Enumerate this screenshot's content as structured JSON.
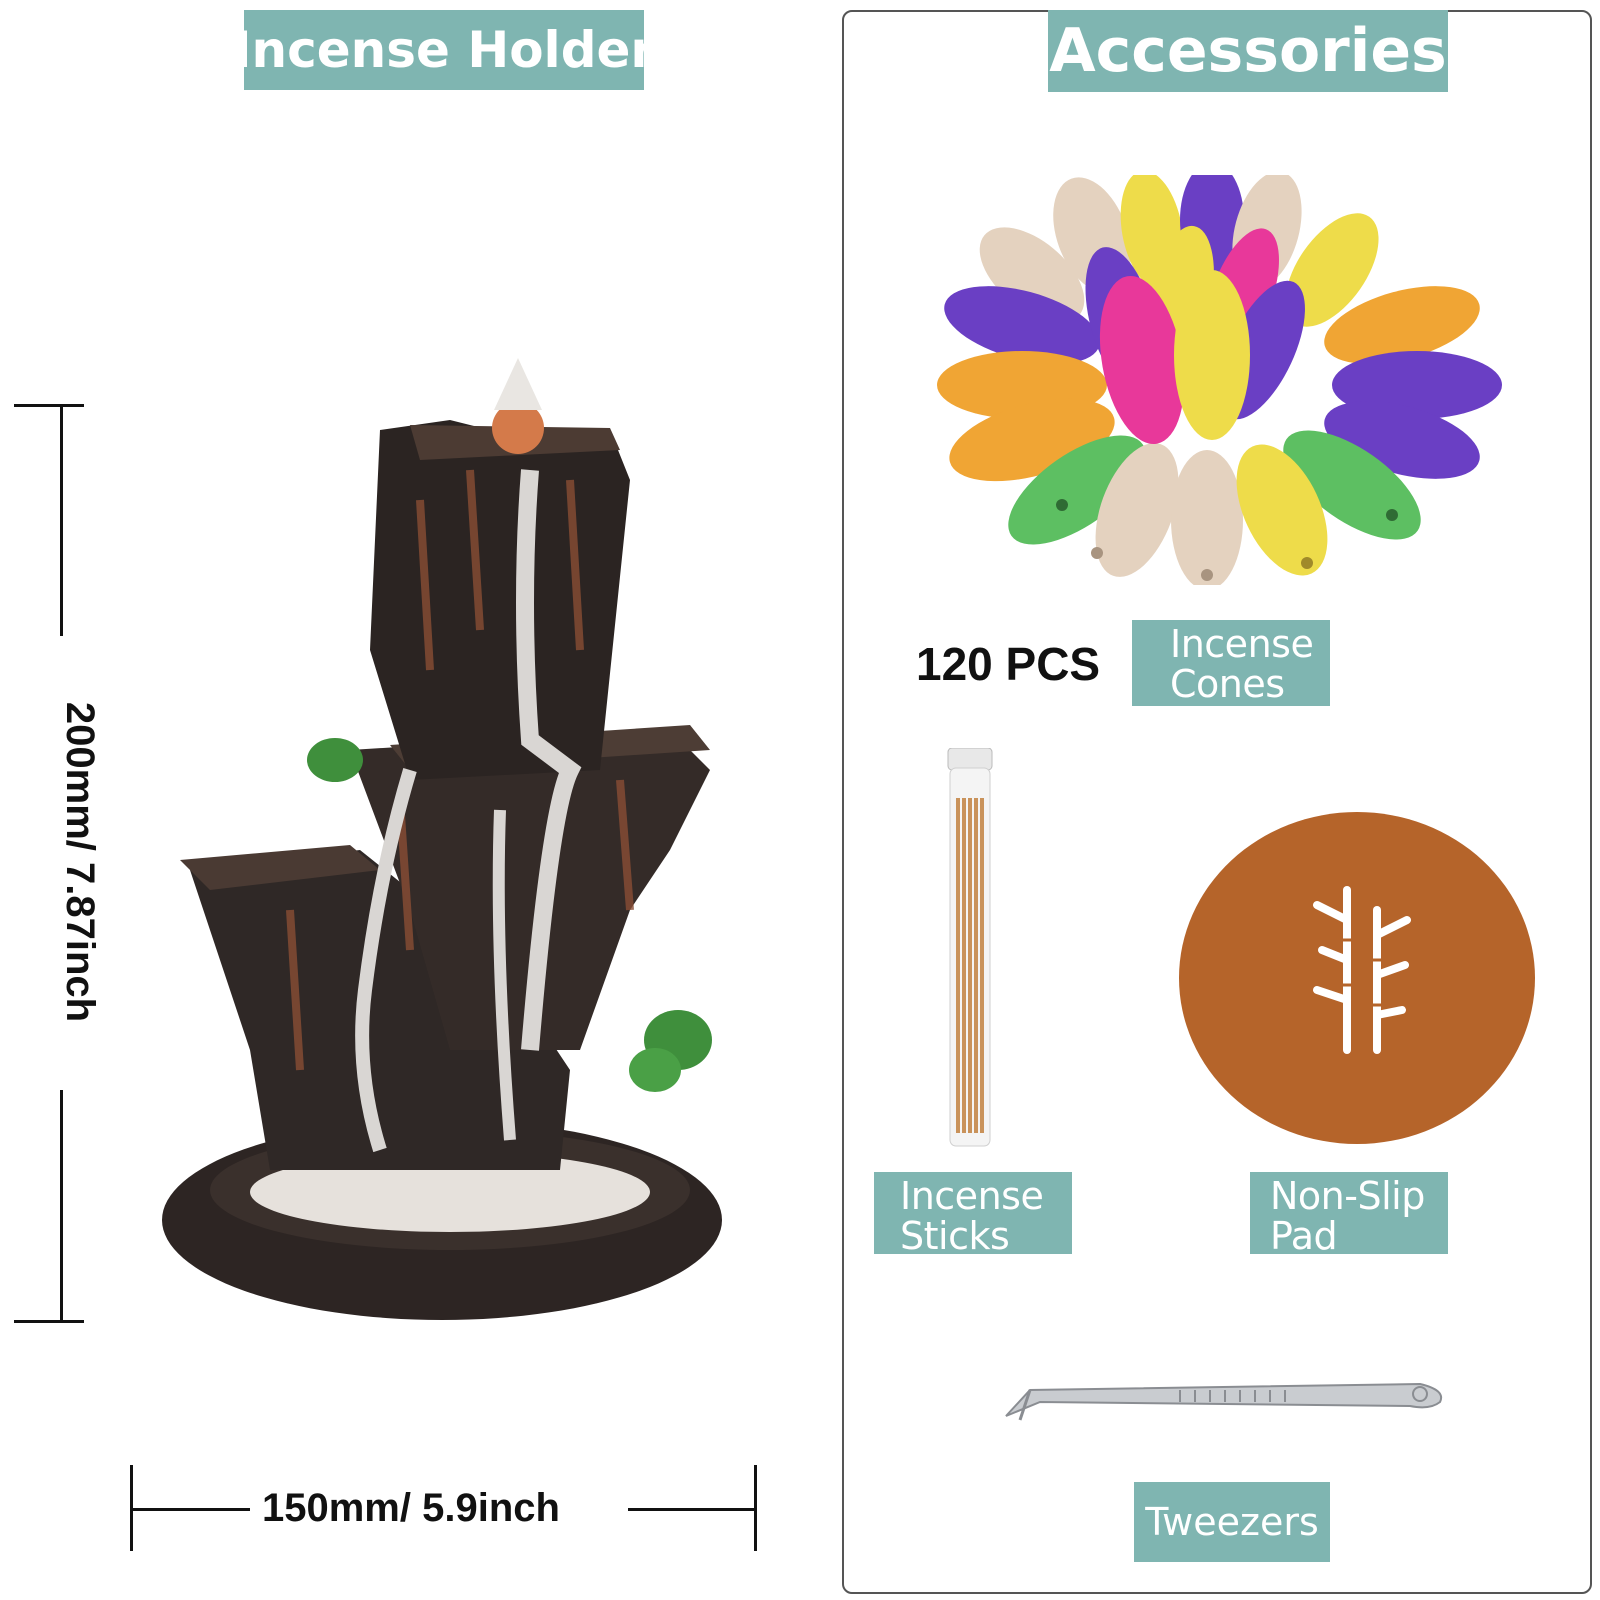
{
  "left_panel": {
    "title": "Incense Holder",
    "height_dimension": "200mm/ 7.87inch",
    "width_dimension": "150mm/ 5.9inch"
  },
  "right_panel": {
    "title": "Accessories",
    "cones_count": "120 PCS",
    "cones_label_line1": "Incense",
    "cones_label_line2": "Cones",
    "sticks_label_line1": "Incense",
    "sticks_label_line2": "Sticks",
    "pad_label_line1": "Non-Slip",
    "pad_label_line2": "Pad",
    "tweezers_label": "Tweezers"
  },
  "colors": {
    "label_bg": "#7fb5b1",
    "label_text": "#ffffff",
    "pad_brown": "#b5642a",
    "cone_purple": "#6a3fc4",
    "cone_orange": "#f0a534",
    "cone_green": "#5dbf62",
    "cone_pink": "#e8389a",
    "cone_yellow": "#eedc4a",
    "cone_beige": "#e4d2bf"
  },
  "icons": {
    "holder": "waterfall-incense-holder-image",
    "cones": "incense-cones-image",
    "sticks": "incense-sticks-tube-image",
    "pad": "bamboo-pad-image",
    "tweezers": "tweezers-image"
  }
}
